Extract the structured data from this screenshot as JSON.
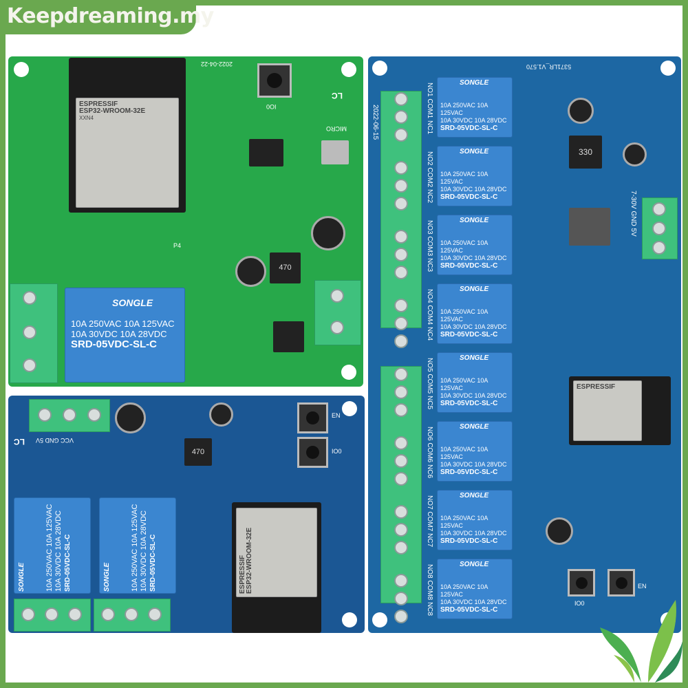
{
  "watermark": "Keepdreaming.my",
  "relay_text": {
    "brand": "SONGLE",
    "line1": "10A 250VAC 10A 125VAC",
    "line2": "10A 30VDC 10A 28VDC",
    "model": "SRD-05VDC-SL-C"
  },
  "board1": {
    "color": "#27a84a",
    "date": "2022-04-22",
    "module_brand": "ESPRESSIF",
    "module_name": "ESP32-WROOM-32E",
    "module_code": "XXN4",
    "button_label": "IO0",
    "usb_label": "MICRO",
    "inductor": "470",
    "logo": "LC",
    "header_label": "P4"
  },
  "board2": {
    "color": "#1b5794",
    "power_label": "VCC GND 5V",
    "logo": "LC",
    "inductor": "470",
    "button_en": "EN",
    "button_io0": "IO0",
    "module_brand": "ESPRESSIF",
    "module_name": "ESP32-WROOM-32E"
  },
  "board3": {
    "color": "#1d67a3",
    "date": "2022-06-15",
    "code": "5371LR_V1.570",
    "power_label": "7-30V GND 5V",
    "inductor": "330",
    "button_io0": "IO0",
    "button_en": "EN",
    "module_brand": "ESPRESSIF",
    "channels": [
      "NO1 COM1 NC1",
      "NO2 COM2 NC2",
      "NO3 COM3 NC3",
      "NO4 COM4 NC4",
      "NO5 COM5 NC5",
      "NO6 COM6 NC6",
      "NO7 COM7 NC7",
      "NO8 COM8 NC8"
    ]
  },
  "frame_color": "#6aa84f",
  "relay_color": "#3b86d0",
  "terminal_color": "#3fc17d"
}
